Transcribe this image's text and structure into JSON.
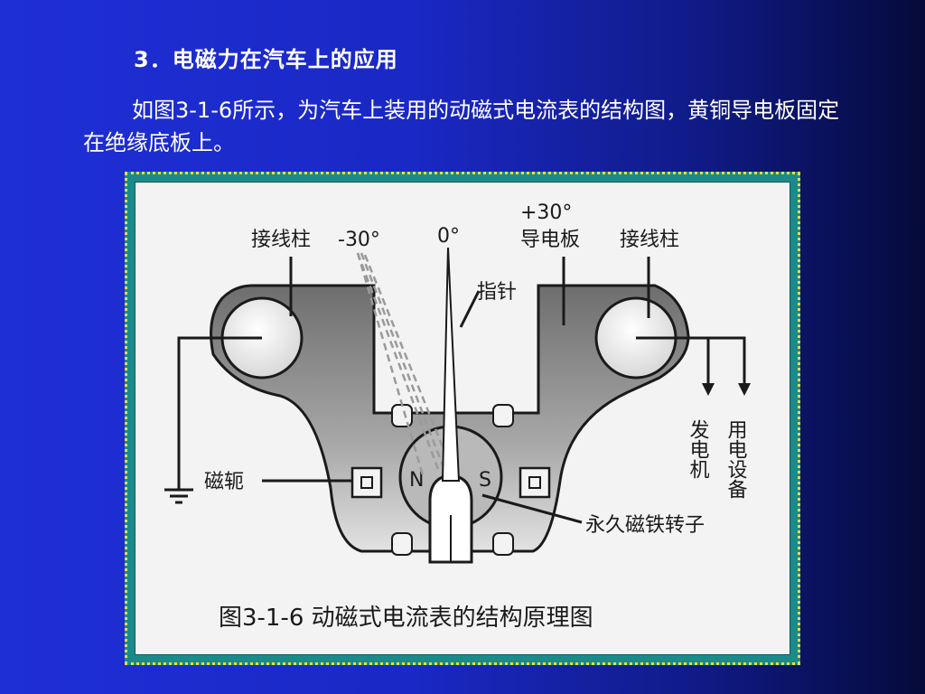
{
  "heading": "3．电磁力在汽车上的应用",
  "paragraph": "如图3-1-6所示，为汽车上装用的动磁式电流表的结构图，黄铜导电板固定在绝缘底板上。",
  "figure": {
    "labels": {
      "terminal_left": "接线柱",
      "minus30": "-30°",
      "zero": "0°",
      "plus30": "+30°",
      "conductor_plate": "导电板",
      "terminal_right": "接线柱",
      "pointer": "指针",
      "generator": "发电机",
      "device": "用电设备",
      "yoke": "磁轭",
      "magnet_rotor": "永久磁铁转子",
      "north": "N",
      "south": "S"
    },
    "caption": "图3-1-6 动磁式电流表的结构原理图"
  }
}
